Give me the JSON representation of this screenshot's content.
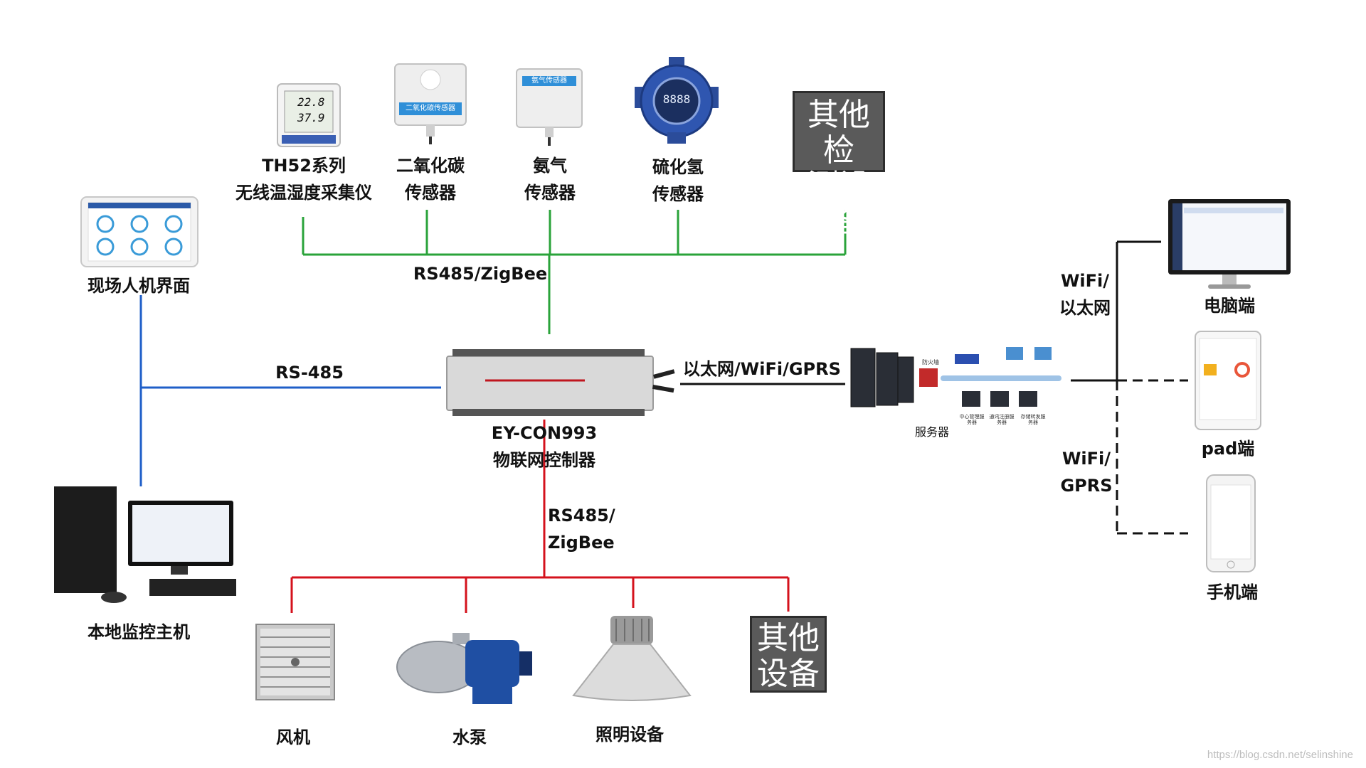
{
  "sensors": [
    {
      "id": "th52",
      "lines": [
        "TH52系列",
        "无线温湿度采集仪"
      ],
      "screen": [
        "22.8",
        "37.9"
      ]
    },
    {
      "id": "co2",
      "lines": [
        "二氧化碳",
        "传感器"
      ],
      "tag": "二氧化碳传感器"
    },
    {
      "id": "nh3",
      "lines": [
        "氨气",
        "传感器"
      ],
      "tag": "氨气传感器"
    },
    {
      "id": "h2s",
      "lines": [
        "硫化氢",
        "传感器"
      ],
      "display": "8888"
    }
  ],
  "other_detect": [
    "其他检",
    "测设备"
  ],
  "bus_top_label": "RS485/ZigBee",
  "hmi": {
    "label": "现场人机界面"
  },
  "rs485_label": "RS-485",
  "controller": {
    "lines": [
      "EY-CON993",
      "物联网控制器"
    ]
  },
  "uplink_label": "以太网/WiFi/GPRS",
  "server_label": "服务器",
  "server_sublabels": [
    "防火墙",
    "中心管理服务器",
    "通讯注册服务器",
    "存储转发服务器"
  ],
  "wifi_eth_label": [
    "WiFi/",
    "以太网"
  ],
  "wifi_gprs_label": [
    "WiFi/",
    "GPRS"
  ],
  "clients": [
    {
      "id": "pc",
      "label": "电脑端"
    },
    {
      "id": "pad",
      "label": "pad端"
    },
    {
      "id": "phone",
      "label": "手机端"
    }
  ],
  "local_host": {
    "label": "本地监控主机"
  },
  "bus_bottom_label": [
    "RS485/",
    "ZigBee"
  ],
  "actuators": [
    {
      "id": "fan",
      "label": "风机"
    },
    {
      "id": "pump",
      "label": "水泵"
    },
    {
      "id": "light",
      "label": "照明设备"
    }
  ],
  "other_devices": [
    "其他",
    "设备"
  ],
  "watermark": "https://blog.csdn.net/selinshine",
  "colors": {
    "green": "#2aa33a",
    "blue": "#1f5fc8",
    "red": "#d4121c",
    "black": "#111111"
  }
}
